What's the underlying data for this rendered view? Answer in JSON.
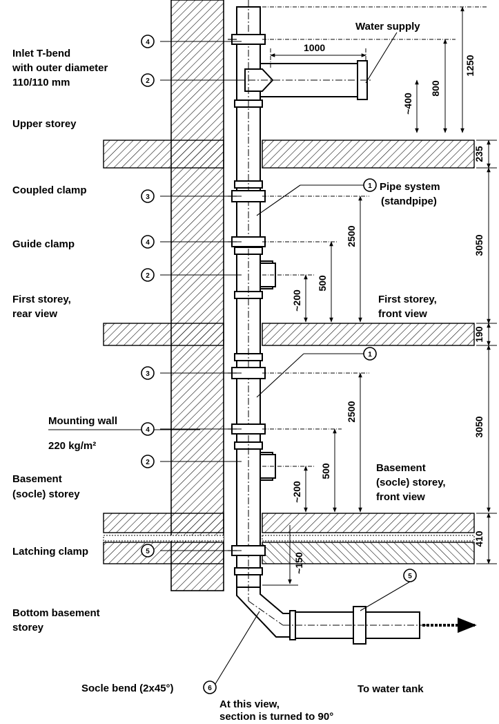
{
  "labels": {
    "water_supply": "Water supply",
    "inlet_line1": "Inlet T-bend",
    "inlet_line2": "with outer diameter",
    "inlet_line3": "110/110 mm",
    "upper_storey": "Upper storey",
    "coupled_clamp": "Coupled clamp",
    "guide_clamp": "Guide clamp",
    "first_rear_line1": "First storey,",
    "first_rear_line2": "rear view",
    "first_front_line1": "First storey,",
    "first_front_line2": "front  view",
    "pipe_system_line1": "Pipe system",
    "pipe_system_line2": "(standpipe)",
    "mounting_wall": "Mounting wall",
    "wall_mass": "220 kg/m²",
    "basement_rear_line1": "Basement",
    "basement_rear_line2": "(socle) storey",
    "basement_front_line1": "Basement",
    "basement_front_line2": "(socle) storey,",
    "basement_front_line3": "front view",
    "latching_clamp": "Latching clamp",
    "bottom_line1": "Bottom basement",
    "bottom_line2": "storey",
    "socle_bend": "Socle bend (2x45°)",
    "view_line1": "At this view,",
    "view_line2": "section is turned to 90°",
    "to_tank": "To water tank"
  },
  "dimensions": {
    "d1000": "1000",
    "d800": "800",
    "d400": "~400",
    "d1250": "1250",
    "d235": "235",
    "d2500a": "2500",
    "d3050a": "3050",
    "d500a": "500",
    "d200a": "~200",
    "d190": "190",
    "d2500b": "2500",
    "d3050b": "3050",
    "d500b": "500",
    "d200b": "~200",
    "d410": "410",
    "d150": "~150"
  },
  "callouts": {
    "c1": "1",
    "c2": "2",
    "c3": "3",
    "c4": "4",
    "c5": "5",
    "c6": "6"
  }
}
